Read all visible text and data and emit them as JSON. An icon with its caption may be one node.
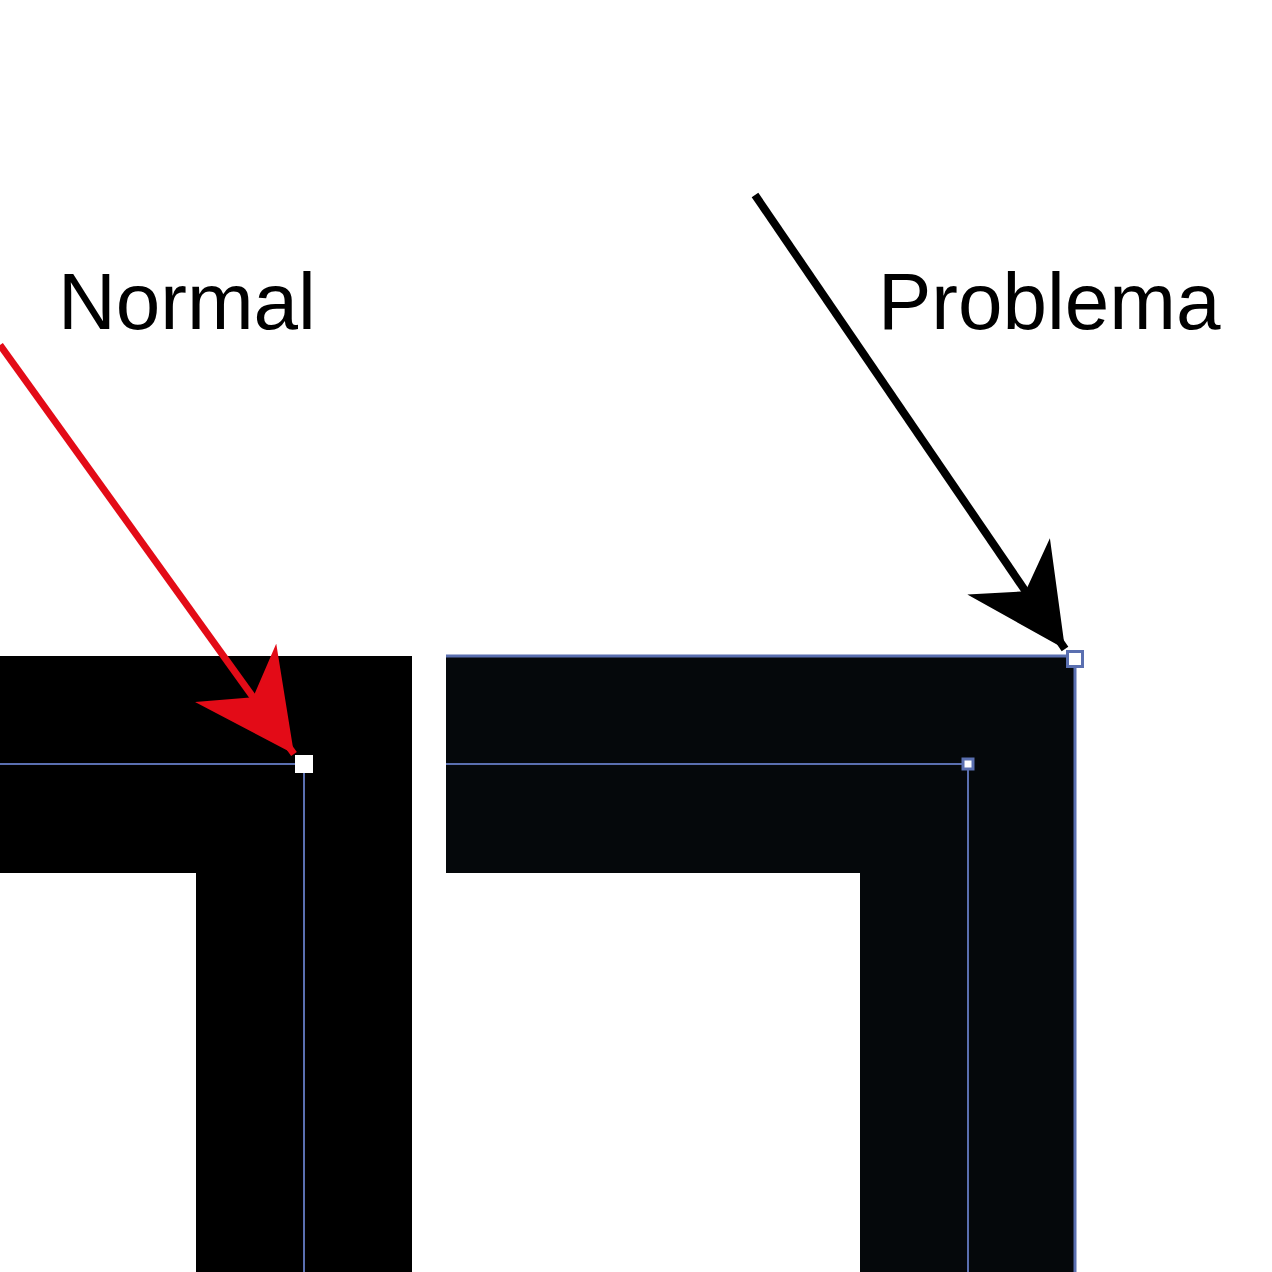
{
  "diagram": {
    "nodes": [
      {
        "text": [],
        "shape": "box"
      },
      {
        "text": [],
        "shape": "box"
      }
    ],
    "edges": [
      {
        "from": null,
        "to": 0,
        "arrow": "to",
        "color": "#e30b17"
      },
      {
        "from": null,
        "to": 1,
        "arrow": "to",
        "color": "#000000"
      }
    ],
    "labels": [
      "Normal",
      "Problema"
    ]
  }
}
